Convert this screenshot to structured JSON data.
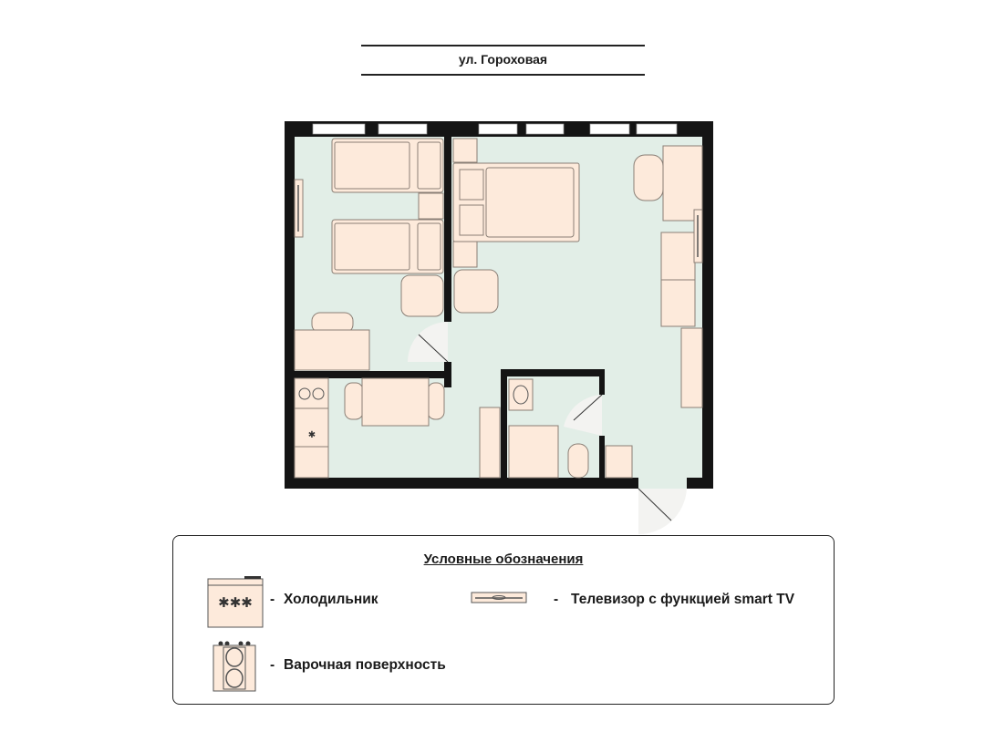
{
  "header": {
    "street": "ул. Гороховая"
  },
  "legend": {
    "title": "Условные обозначения",
    "items": [
      {
        "icon": "fridge-icon",
        "dash": "-",
        "label": "Холодильник"
      },
      {
        "icon": "tv-icon",
        "dash": "-",
        "label": "Телевизор с функцией smart TV"
      },
      {
        "icon": "cooktop-icon",
        "dash": "-",
        "label": "Варочная поверхность"
      }
    ]
  },
  "colors": {
    "floor": "#e2eee7",
    "furniture": "#fdeadb",
    "wall": "#141414"
  }
}
